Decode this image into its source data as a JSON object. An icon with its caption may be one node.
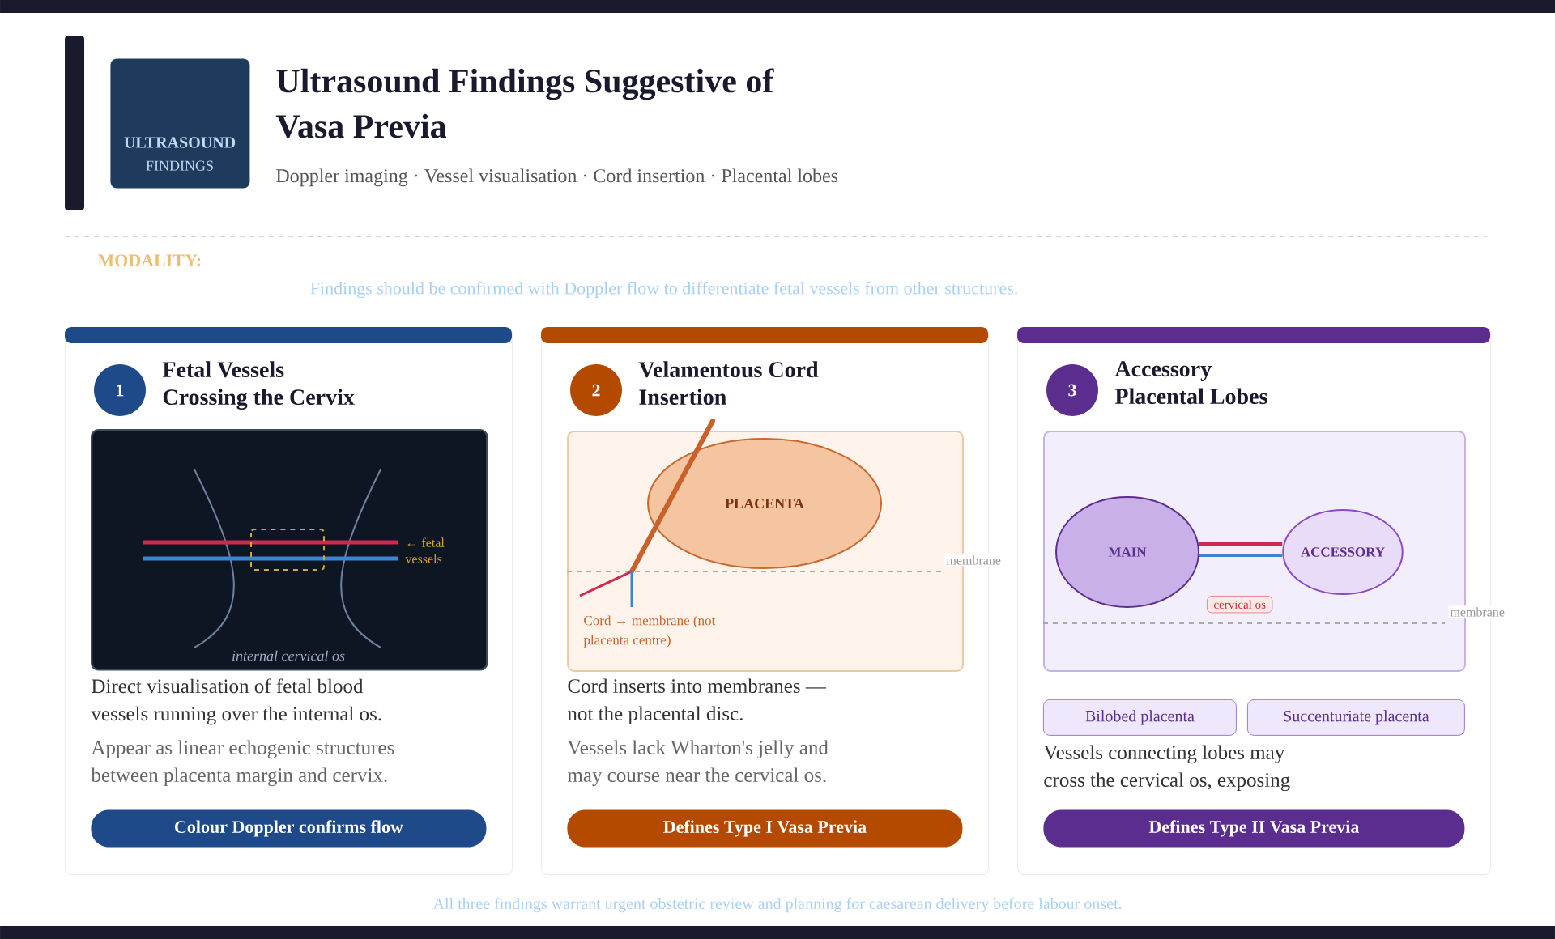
{
  "diagram": {
    "title": "Ultrasound Findings Suggestive of Vasa Previa",
    "nodes": [
      {
        "text": [
          "ULTRASOUND",
          "FINDINGS"
        ]
      },
      {
        "text": [
          "Fetal Vessels Crossing the Cervix",
          "Direct visualisation of fetal blood vessels running over the internal os.",
          "Appear as linear echogenic structures between placenta margin and cervix."
        ]
      },
      {
        "text": [
          "1"
        ],
        "in": 1
      },
      {
        "text": [
          "← fetal vessels",
          "internal cervical os"
        ],
        "in": 1
      },
      {
        "text": [
          "Colour Doppler confirms flow"
        ],
        "in": 1
      },
      {
        "text": [
          "Velamentous Cord Insertion",
          "Cord inserts into membranes — not the placental disc.",
          "Vessels lack Wharton's jelly and may course near the cervical os."
        ]
      },
      {
        "text": [
          "2"
        ],
        "in": 5
      },
      {
        "text": [
          "Cord → membrane (not placenta centre)"
        ],
        "beside": [
          "membrane"
        ],
        "in": 5
      },
      {
        "text": [
          "PLACENTA"
        ],
        "in": 7
      },
      {
        "text": [
          "Defines Type I Vasa Previa"
        ],
        "in": 5
      },
      {
        "text": [
          "Accessory Placental Lobes",
          "Vessels connecting lobes may cross the cervical os, exposing"
        ]
      },
      {
        "text": [
          "3"
        ],
        "in": 10
      },
      {
        "text": [],
        "shape": "box",
        "beside": [
          "membrane"
        ],
        "in": 10
      },
      {
        "text": [
          "MAIN"
        ],
        "in": 12
      },
      {
        "text": [
          "ACCESSORY"
        ],
        "in": 12
      },
      {
        "text": [
          "cervical os"
        ],
        "in": 12
      },
      {
        "text": [
          "Bilobed placenta"
        ],
        "in": 10
      },
      {
        "text": [
          "Succenturiate placenta"
        ],
        "in": 10
      },
      {
        "text": [
          "Defines Type II Vasa Previa"
        ],
        "in": 10
      }
    ],
    "edges": [
      {
        "from": 13,
        "to": 14,
        "arrow": "none",
        "color": "#d0294f"
      },
      {
        "from": 13,
        "to": 14,
        "arrow": "none",
        "color": "#3a86d0"
      }
    ],
    "labels": [
      "Doppler imaging · Vessel visualisation · Cord insertion · Placental lobes",
      "MODALITY:",
      "Findings should be confirmed with Doppler flow to differentiate fetal vessels from other structures.",
      "All three findings warrant urgent obstetric review and planning for caesarean delivery before labour onset."
    ]
  }
}
